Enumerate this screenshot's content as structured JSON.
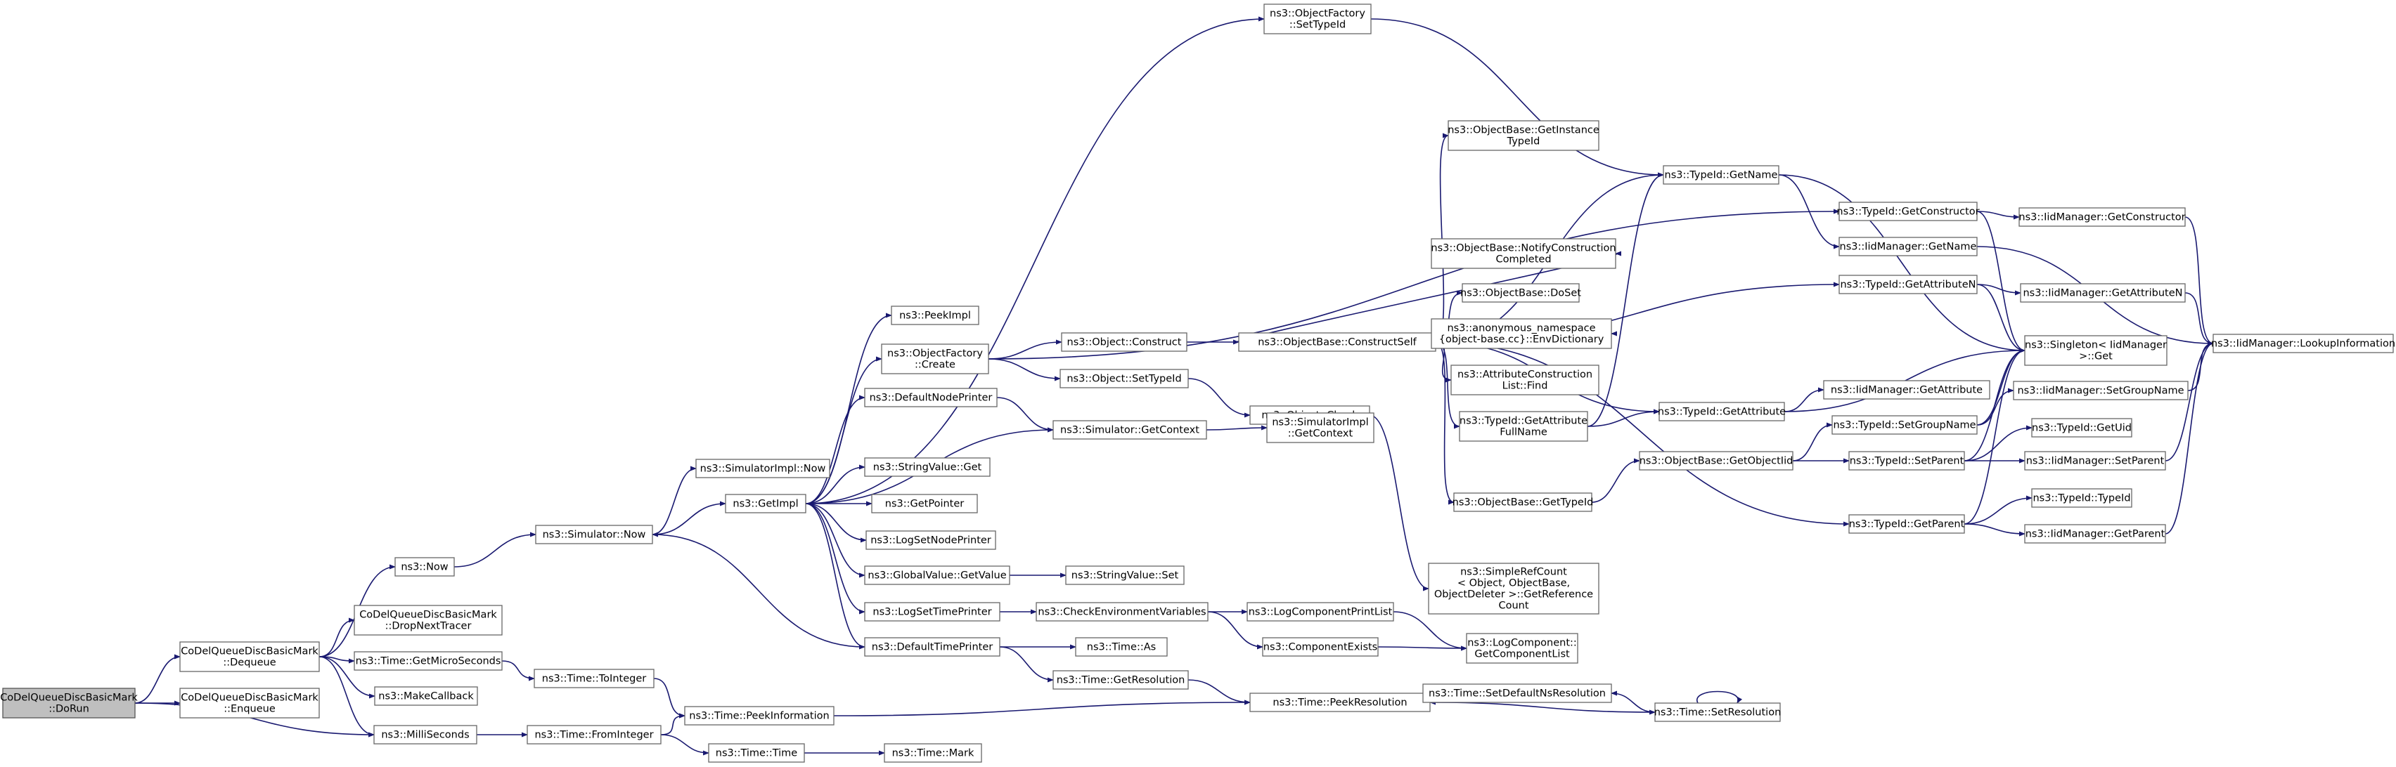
{
  "graph": {
    "title": "Call graph of CoDelQueueDiscBasicMark::DoRun",
    "edge_color": "#191970",
    "node_fill": "#ffffff",
    "root_fill": "#bfbfbf",
    "nodes": [
      {
        "id": "n1",
        "lines": [
          "CoDelQueueDiscBasicMark",
          "::DoRun"
        ]
      },
      {
        "id": "n2",
        "lines": [
          "CoDelQueueDiscBasicMark",
          "::Dequeue"
        ]
      },
      {
        "id": "n3",
        "lines": [
          "CoDelQueueDiscBasicMark",
          "::Enqueue"
        ]
      },
      {
        "id": "n4",
        "lines": [
          "ns3::MilliSeconds"
        ]
      },
      {
        "id": "n5",
        "lines": [
          "ns3::Now"
        ]
      },
      {
        "id": "n6",
        "lines": [
          "CoDelQueueDiscBasicMark",
          "::DropNextTracer"
        ]
      },
      {
        "id": "n7",
        "lines": [
          "ns3::Time::GetMicroSeconds"
        ]
      },
      {
        "id": "n8",
        "lines": [
          "ns3::MakeCallback"
        ]
      },
      {
        "id": "n9",
        "lines": [
          "ns3::Simulator::Now"
        ]
      },
      {
        "id": "n10",
        "lines": [
          "ns3::Time::ToInteger"
        ]
      },
      {
        "id": "n11",
        "lines": [
          "ns3::Time::PeekInformation"
        ]
      },
      {
        "id": "n12",
        "lines": [
          "ns3::Time::FromInteger"
        ]
      },
      {
        "id": "n13",
        "lines": [
          "ns3::SimulatorImpl::Now"
        ]
      },
      {
        "id": "n14",
        "lines": [
          "ns3::GetImpl"
        ]
      },
      {
        "id": "n15",
        "lines": [
          "ns3::Time::Time"
        ]
      },
      {
        "id": "n16",
        "lines": [
          "ns3::PeekImpl"
        ]
      },
      {
        "id": "n17",
        "lines": [
          "ns3::ObjectFactory",
          "::Create"
        ]
      },
      {
        "id": "n18",
        "lines": [
          "ns3::DefaultNodePrinter"
        ]
      },
      {
        "id": "n19",
        "lines": [
          "ns3::StringValue::Get"
        ]
      },
      {
        "id": "n20",
        "lines": [
          "ns3::GetPointer"
        ]
      },
      {
        "id": "n21",
        "lines": [
          "ns3::LogSetNodePrinter"
        ]
      },
      {
        "id": "n22",
        "lines": [
          "ns3::GlobalValue::GetValue"
        ]
      },
      {
        "id": "n23",
        "lines": [
          "ns3::LogSetTimePrinter"
        ]
      },
      {
        "id": "n24",
        "lines": [
          "ns3::DefaultTimePrinter"
        ]
      },
      {
        "id": "n25",
        "lines": [
          "ns3::Time::Mark"
        ]
      },
      {
        "id": "n26",
        "lines": [
          "ns3::ObjectFactory",
          "::SetTypeId"
        ]
      },
      {
        "id": "n27",
        "lines": [
          "ns3::Object::Construct"
        ]
      },
      {
        "id": "n28",
        "lines": [
          "ns3::Object::SetTypeId"
        ]
      },
      {
        "id": "n29",
        "lines": [
          "ns3::Simulator::GetContext"
        ]
      },
      {
        "id": "n30",
        "lines": [
          "ns3::StringValue::Set"
        ]
      },
      {
        "id": "n31",
        "lines": [
          "ns3::CheckEnvironmentVariables"
        ]
      },
      {
        "id": "n32",
        "lines": [
          "ns3::Time::As"
        ]
      },
      {
        "id": "n33",
        "lines": [
          "ns3::Time::GetResolution"
        ]
      },
      {
        "id": "n34",
        "lines": [
          "ns3::ObjectBase::ConstructSelf"
        ]
      },
      {
        "id": "n35",
        "lines": [
          "ns3::Object::Check"
        ]
      },
      {
        "id": "n36",
        "lines": [
          "ns3::SimulatorImpl",
          "::GetContext"
        ]
      },
      {
        "id": "n37",
        "lines": [
          "ns3::LogComponentPrintList"
        ]
      },
      {
        "id": "n38",
        "lines": [
          "ns3::ComponentExists"
        ]
      },
      {
        "id": "n39",
        "lines": [
          "ns3::Time::PeekResolution"
        ]
      },
      {
        "id": "n40",
        "lines": [
          "ns3::ObjectBase::GetInstance",
          "TypeId"
        ]
      },
      {
        "id": "n41",
        "lines": [
          "ns3::ObjectBase::NotifyConstruction",
          "Completed"
        ]
      },
      {
        "id": "n42",
        "lines": [
          "ns3::ObjectBase::DoSet"
        ]
      },
      {
        "id": "n43",
        "lines": [
          "ns3::anonymous_namespace",
          "{object-base.cc}::EnvDictionary"
        ]
      },
      {
        "id": "n44",
        "lines": [
          "ns3::AttributeConstruction",
          "List::Find"
        ]
      },
      {
        "id": "n45",
        "lines": [
          "ns3::TypeId::GetAttribute",
          "FullName"
        ]
      },
      {
        "id": "n46",
        "lines": [
          "ns3::ObjectBase::GetTypeId"
        ]
      },
      {
        "id": "n47",
        "lines": [
          "ns3::SimpleRefCount",
          "< Object, ObjectBase,",
          "ObjectDeleter >::GetReference",
          "Count"
        ]
      },
      {
        "id": "n48",
        "lines": [
          "ns3::LogComponent::",
          "GetComponentList"
        ]
      },
      {
        "id": "n49",
        "lines": [
          "ns3::Time::SetDefaultNsResolution"
        ]
      },
      {
        "id": "n50",
        "lines": [
          "ns3::TypeId::GetName"
        ]
      },
      {
        "id": "n51",
        "lines": [
          "ns3::TypeId::GetAttribute"
        ]
      },
      {
        "id": "n52",
        "lines": [
          "ns3::ObjectBase::GetObjectIid"
        ]
      },
      {
        "id": "n53",
        "lines": [
          "ns3::Time::SetResolution"
        ]
      },
      {
        "id": "n54",
        "lines": [
          "ns3::TypeId::GetConstructor"
        ]
      },
      {
        "id": "n55",
        "lines": [
          "ns3::IidManager::GetName"
        ]
      },
      {
        "id": "n56",
        "lines": [
          "ns3::TypeId::GetAttributeN"
        ]
      },
      {
        "id": "n57",
        "lines": [
          "ns3::IidManager::GetAttribute"
        ]
      },
      {
        "id": "n58",
        "lines": [
          "ns3::TypeId::SetGroupName"
        ]
      },
      {
        "id": "n59",
        "lines": [
          "ns3::TypeId::SetParent"
        ]
      },
      {
        "id": "n60",
        "lines": [
          "ns3::TypeId::GetParent"
        ]
      },
      {
        "id": "n61",
        "lines": [
          "ns3::IidManager::GetConstructor"
        ]
      },
      {
        "id": "n62",
        "lines": [
          "ns3::IidManager::GetAttributeN"
        ]
      },
      {
        "id": "n63",
        "lines": [
          "ns3::Singleton< IidManager",
          ">::Get"
        ]
      },
      {
        "id": "n64",
        "lines": [
          "ns3::IidManager::SetGroupName"
        ]
      },
      {
        "id": "n65",
        "lines": [
          "ns3::TypeId::GetUid"
        ]
      },
      {
        "id": "n66",
        "lines": [
          "ns3::IidManager::SetParent"
        ]
      },
      {
        "id": "n67",
        "lines": [
          "ns3::TypeId::TypeId"
        ]
      },
      {
        "id": "n68",
        "lines": [
          "ns3::IidManager::GetParent"
        ]
      },
      {
        "id": "n69",
        "lines": [
          "ns3::IidManager::LookupInformation"
        ]
      }
    ],
    "edges": [
      [
        "n1",
        "n2"
      ],
      [
        "n1",
        "n3"
      ],
      [
        "n1",
        "n4"
      ],
      [
        "n2",
        "n5"
      ],
      [
        "n2",
        "n6"
      ],
      [
        "n2",
        "n7"
      ],
      [
        "n2",
        "n8"
      ],
      [
        "n2",
        "n4"
      ],
      [
        "n5",
        "n9"
      ],
      [
        "n7",
        "n10"
      ],
      [
        "n10",
        "n11"
      ],
      [
        "n4",
        "n12"
      ],
      [
        "n12",
        "n11"
      ],
      [
        "n12",
        "n15"
      ],
      [
        "n15",
        "n25"
      ],
      [
        "n9",
        "n13"
      ],
      [
        "n9",
        "n14"
      ],
      [
        "n14",
        "n16"
      ],
      [
        "n14",
        "n17"
      ],
      [
        "n14",
        "n18"
      ],
      [
        "n14",
        "n19"
      ],
      [
        "n14",
        "n20"
      ],
      [
        "n14",
        "n21"
      ],
      [
        "n14",
        "n22"
      ],
      [
        "n14",
        "n23"
      ],
      [
        "n14",
        "n24"
      ],
      [
        "n14",
        "n26"
      ],
      [
        "n14",
        "n29"
      ],
      [
        "n24",
        "n9"
      ],
      [
        "n11",
        "n39"
      ],
      [
        "n17",
        "n27"
      ],
      [
        "n17",
        "n28"
      ],
      [
        "n17",
        "n54"
      ],
      [
        "n18",
        "n29"
      ],
      [
        "n29",
        "n36"
      ],
      [
        "n22",
        "n30"
      ],
      [
        "n23",
        "n31"
      ],
      [
        "n24",
        "n32"
      ],
      [
        "n24",
        "n33"
      ],
      [
        "n27",
        "n34"
      ],
      [
        "n28",
        "n35"
      ],
      [
        "n31",
        "n37"
      ],
      [
        "n31",
        "n38"
      ],
      [
        "n37",
        "n48"
      ],
      [
        "n38",
        "n48"
      ],
      [
        "n33",
        "n39"
      ],
      [
        "n34",
        "n40"
      ],
      [
        "n34",
        "n41"
      ],
      [
        "n34",
        "n42"
      ],
      [
        "n34",
        "n43"
      ],
      [
        "n34",
        "n44"
      ],
      [
        "n34",
        "n45"
      ],
      [
        "n34",
        "n46"
      ],
      [
        "n34",
        "n50"
      ],
      [
        "n34",
        "n56"
      ],
      [
        "n34",
        "n51"
      ],
      [
        "n34",
        "n60"
      ],
      [
        "n35",
        "n47"
      ],
      [
        "n26",
        "n50"
      ],
      [
        "n45",
        "n50"
      ],
      [
        "n45",
        "n51"
      ],
      [
        "n46",
        "n52"
      ],
      [
        "n52",
        "n58"
      ],
      [
        "n52",
        "n59"
      ],
      [
        "n50",
        "n55"
      ],
      [
        "n50",
        "n63"
      ],
      [
        "n54",
        "n61"
      ],
      [
        "n54",
        "n63"
      ],
      [
        "n56",
        "n62"
      ],
      [
        "n56",
        "n63"
      ],
      [
        "n51",
        "n57"
      ],
      [
        "n51",
        "n63"
      ],
      [
        "n58",
        "n64"
      ],
      [
        "n58",
        "n63"
      ],
      [
        "n59",
        "n65"
      ],
      [
        "n59",
        "n66"
      ],
      [
        "n59",
        "n63"
      ],
      [
        "n60",
        "n67"
      ],
      [
        "n60",
        "n68"
      ],
      [
        "n60",
        "n63"
      ],
      [
        "n55",
        "n69"
      ],
      [
        "n61",
        "n69"
      ],
      [
        "n62",
        "n69"
      ],
      [
        "n64",
        "n69"
      ],
      [
        "n66",
        "n69"
      ],
      [
        "n68",
        "n69"
      ],
      [
        "n39",
        "n49"
      ],
      [
        "n49",
        "n53"
      ],
      [
        "n53",
        "n39"
      ],
      [
        "n53",
        "n53"
      ]
    ]
  }
}
